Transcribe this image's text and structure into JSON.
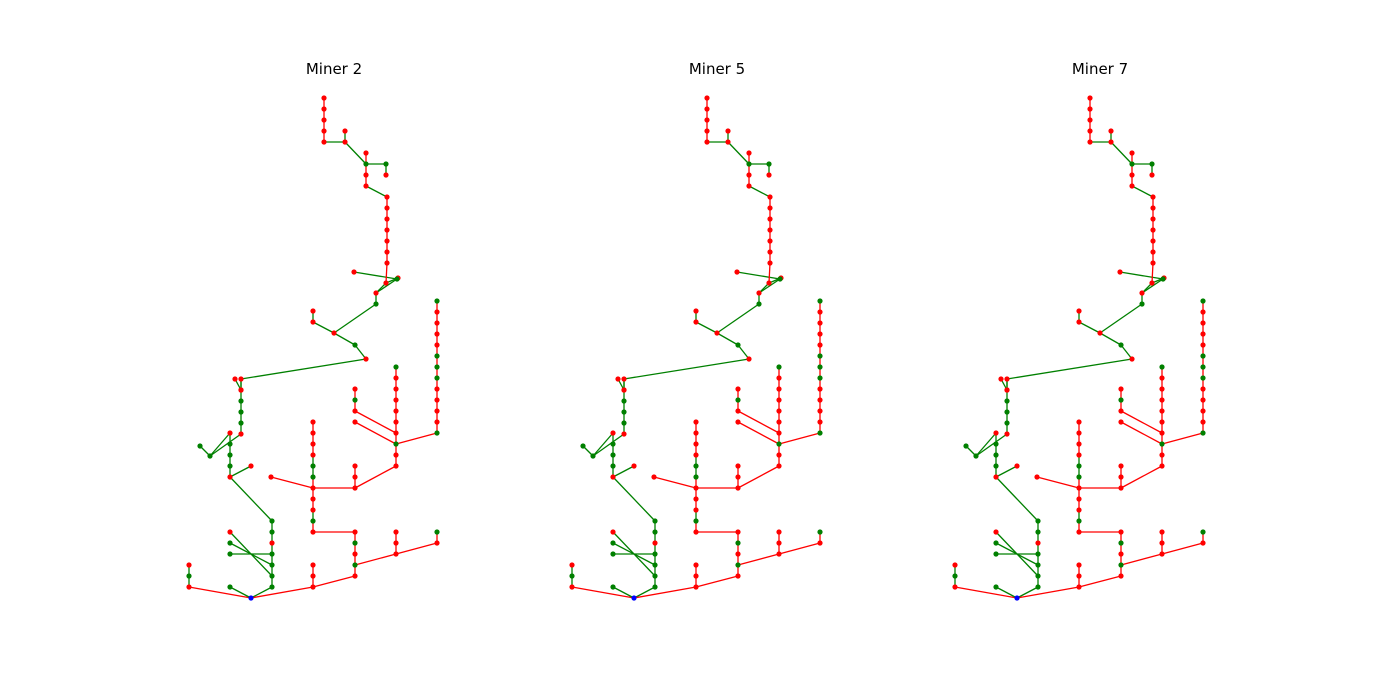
{
  "figure": {
    "panels": [
      {
        "title": "Miner 2"
      },
      {
        "title": "Miner 5"
      },
      {
        "title": "Miner 7"
      }
    ]
  },
  "colors": {
    "red": "#ff0000",
    "green": "#008000",
    "root": "#0000ff",
    "background": "#ffffff"
  }
}
